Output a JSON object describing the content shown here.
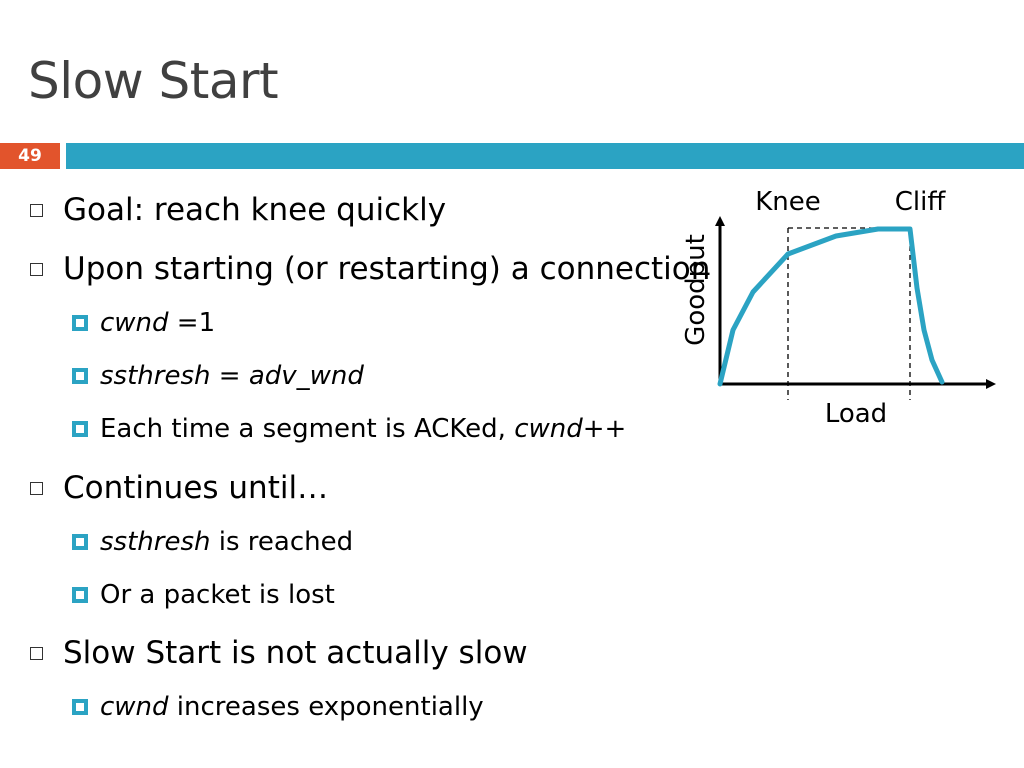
{
  "slide": {
    "title": "Slow Start",
    "number": "49"
  },
  "content": {
    "b1": "Goal: reach knee quickly",
    "b2": "Upon starting (or restarting) a connection",
    "b2_1_it": "cwnd",
    "b2_1_rest": " =1",
    "b2_2_it1": "ssthresh",
    "b2_2_mid": " = ",
    "b2_2_it2": "adv_wnd",
    "b2_3_pre": "Each time a segment is ACKed, ",
    "b2_3_it": "cwnd",
    "b2_3_post": "++",
    "b3": "Continues until…",
    "b3_1_it": "ssthresh",
    "b3_1_rest": " is reached",
    "b3_2": "Or a packet is lost",
    "b4": "Slow Start is not actually slow",
    "b4_1_it": "cwnd",
    "b4_1_rest": " increases exponentially"
  },
  "diagram": {
    "knee_label": "Knee",
    "cliff_label": "Cliff",
    "y_label": "Goodput",
    "x_label": "Load",
    "curve_color": "#2ba3c3"
  }
}
